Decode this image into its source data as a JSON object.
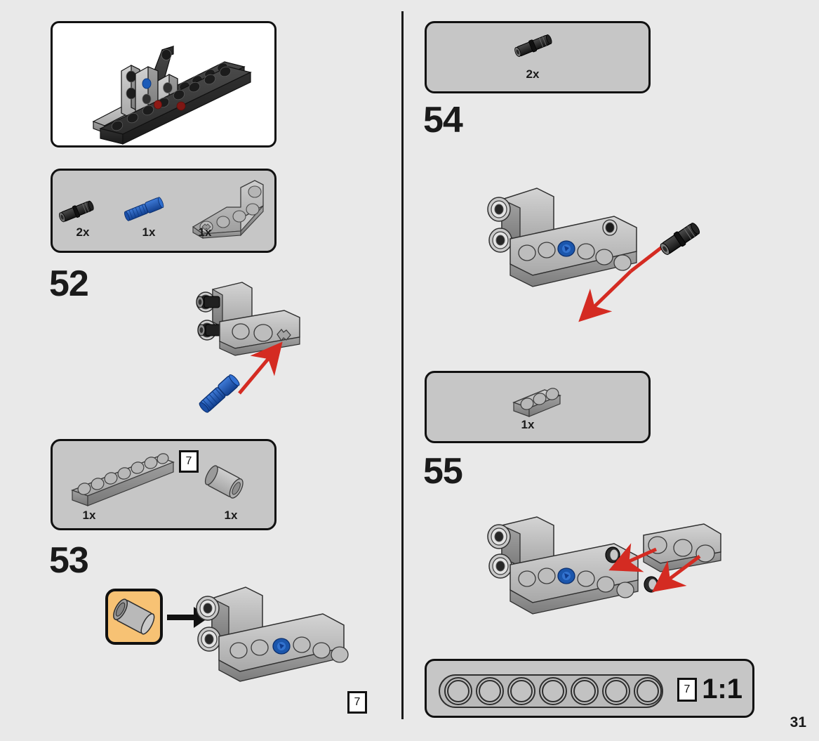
{
  "document": {
    "type": "lego-technic-instruction-manual",
    "page_number": "31"
  },
  "layout": {
    "divider": "vertical-black-rule",
    "columns": 2
  },
  "preview": {
    "name": "previous-assembly-preview",
    "description": "white box showing completed chassis sub-assembly with grey and black beams"
  },
  "steps": [
    {
      "number": "52",
      "parts": [
        {
          "icon": "black-pin-connector",
          "qty": "2x"
        },
        {
          "icon": "blue-axle-pin",
          "qty": "1x"
        },
        {
          "icon": "grey-angled-beam",
          "qty": "1x"
        }
      ],
      "assembly": {
        "arrow": "red-insert-arrow",
        "highlight": null,
        "length_badge": null
      }
    },
    {
      "number": "53",
      "parts": [
        {
          "icon": "grey-beam-7-hole",
          "qty": "1x",
          "length_badge": "7"
        },
        {
          "icon": "grey-bushing",
          "qty": "1x"
        }
      ],
      "assembly": {
        "arrow": "black-insert-arrow",
        "highlight": "grey-bushing",
        "length_badge": "7"
      }
    },
    {
      "number": "54",
      "parts": [
        {
          "icon": "black-pin-connector",
          "qty": "2x"
        }
      ],
      "assembly": {
        "arrow": "red-insert-arrow",
        "highlight": null,
        "length_badge": null
      }
    },
    {
      "number": "55",
      "parts": [
        {
          "icon": "grey-beam-3-hole",
          "qty": "1x"
        }
      ],
      "assembly": {
        "arrow": "red-double-arrow",
        "highlight": null,
        "length_badge": null
      }
    }
  ],
  "scale_reference": {
    "label": "1:1",
    "beam_length_badge": "7",
    "holes": 7,
    "description": "life-size beam reference bar"
  },
  "colors": {
    "page_background": "#e9e9e9",
    "parts_box_fill": "#c6c6c6",
    "outline": "#111111",
    "highlight_orange": "#f7c274",
    "arrow_red": "#d42b22",
    "lego_blue": "#1c5bb8",
    "lego_grey_light": "#b7b7b7",
    "lego_grey_mid": "#9a9a9a",
    "lego_grey_dark": "#7c7c7c",
    "lego_black": "#2b2b2b",
    "preview_background": "#ffffff"
  }
}
